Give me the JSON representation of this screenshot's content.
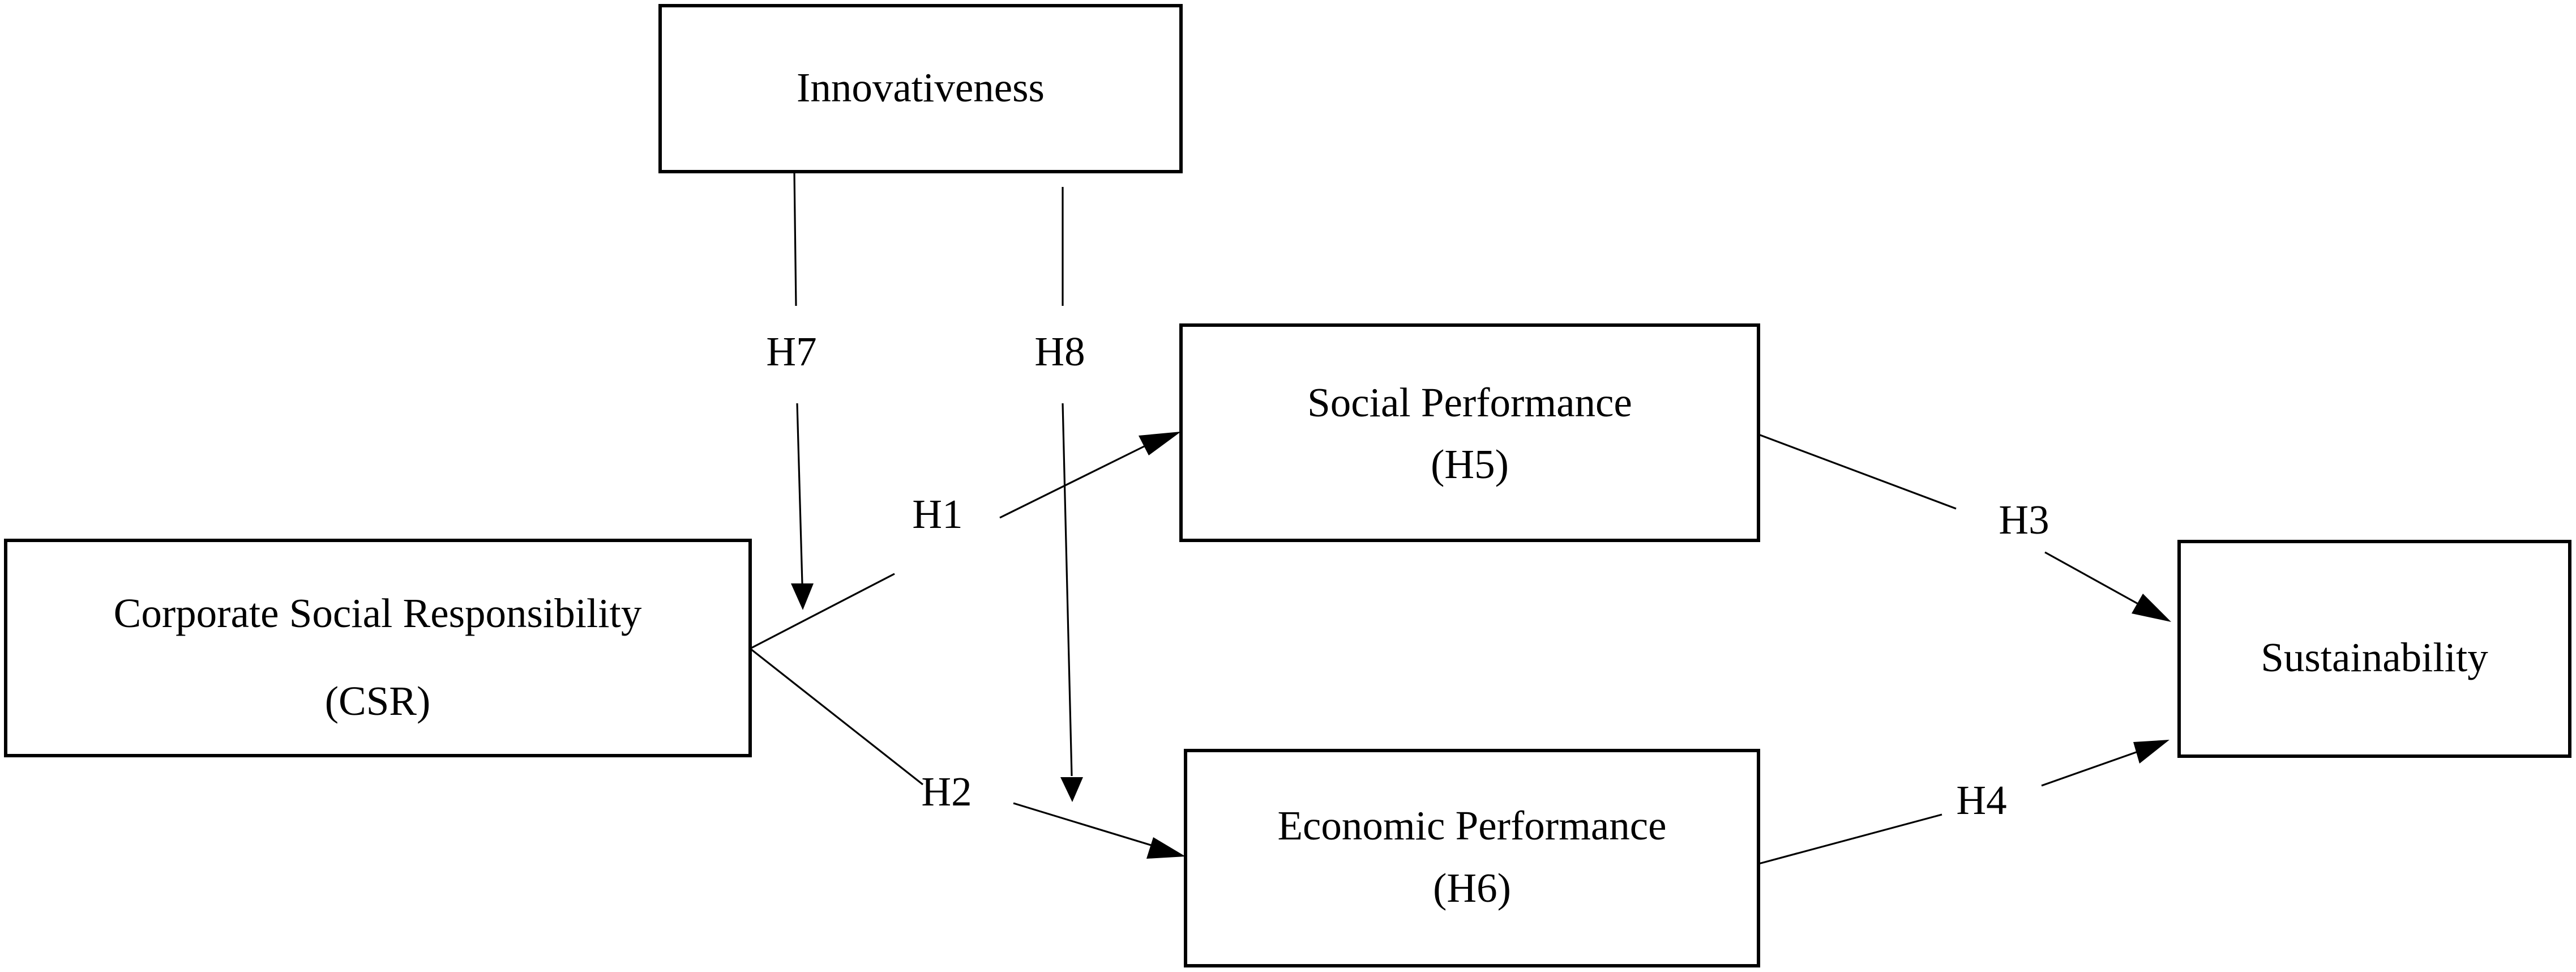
{
  "nodes": {
    "innovativeness": {
      "lines": [
        "Innovativeness"
      ]
    },
    "csr": {
      "lines": [
        "Corporate Social Responsibility",
        "(CSR)"
      ]
    },
    "social_performance": {
      "lines": [
        "Social Performance",
        "(H5)"
      ]
    },
    "economic_performance": {
      "lines": [
        "Economic Performance",
        "(H6)"
      ]
    },
    "sustainability": {
      "lines": [
        "Sustainability"
      ]
    }
  },
  "edges": {
    "h1": {
      "label": "H1",
      "from": "csr",
      "to": "social_performance"
    },
    "h2": {
      "label": "H2",
      "from": "csr",
      "to": "economic_performance"
    },
    "h3": {
      "label": "H3",
      "from": "social_performance",
      "to": "sustainability"
    },
    "h4": {
      "label": "H4",
      "from": "economic_performance",
      "to": "sustainability"
    },
    "h7": {
      "label": "H7",
      "from": "innovativeness",
      "to": "h1"
    },
    "h8": {
      "label": "H8",
      "from": "innovativeness",
      "to": "h2"
    }
  }
}
